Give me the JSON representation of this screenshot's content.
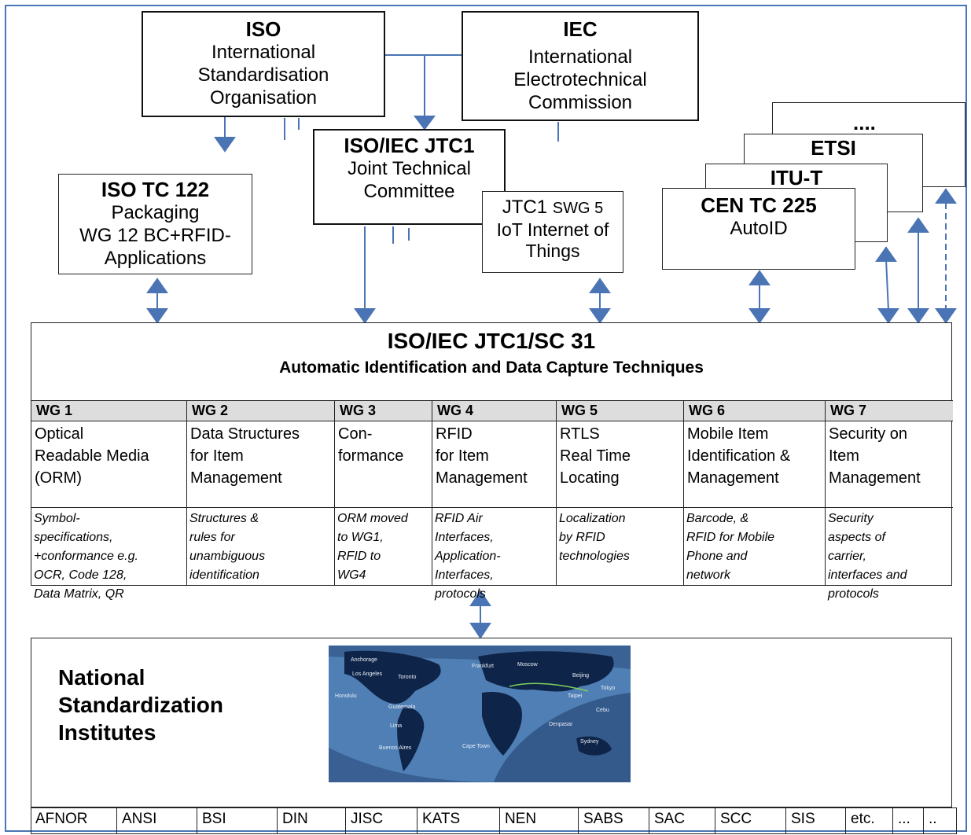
{
  "iso": {
    "title": "ISO",
    "lines": [
      "International",
      "Standardisation",
      "Organisation"
    ]
  },
  "iec": {
    "title": "IEC",
    "lines": [
      "International",
      "Electrotechnical",
      "Commission"
    ]
  },
  "jtc1": {
    "title": "ISO/IEC JTC1",
    "lines": [
      "Joint Technical",
      "Committee"
    ]
  },
  "tc122": {
    "title": "ISO TC 122",
    "lines": [
      "Packaging",
      "WG 12 BC+RFID-",
      "Applications"
    ]
  },
  "swg5": {
    "title_a": "JTC1",
    "title_b": "SWG 5",
    "lines": [
      "IoT Internet of",
      "Things"
    ]
  },
  "stack": {
    "dots": "....",
    "etsi": "ETSI",
    "itu": "ITU-T",
    "cen_title": "CEN TC 225",
    "cen_sub": "AutoID"
  },
  "sc31": {
    "title": "ISO/IEC JTC1/SC 31",
    "subtitle": "Automatic Identification and Data Capture Techniques"
  },
  "wgs": [
    {
      "id": "WG 1",
      "name": [
        "Optical",
        "Readable Media",
        "(ORM)"
      ],
      "desc": [
        "Symbol-",
        "specifications,",
        "+conformance e.g.",
        "OCR, Code 128,",
        "Data Matrix, QR"
      ]
    },
    {
      "id": "WG 2",
      "name": [
        "Data Structures",
        "for Item",
        "Management"
      ],
      "desc": [
        "Structures &",
        "rules for",
        "unambiguous",
        "identification"
      ]
    },
    {
      "id": "WG 3",
      "name": [
        "Con-",
        "formance"
      ],
      "desc": [
        "ORM moved",
        "to WG1,",
        "RFID to",
        "WG4"
      ]
    },
    {
      "id": "WG 4",
      "name": [
        "RFID",
        "for Item",
        "Management"
      ],
      "desc": [
        "RFID Air",
        "Interfaces,",
        "Application-",
        "Interfaces,",
        "protocols"
      ]
    },
    {
      "id": "WG 5",
      "name": [
        "RTLS",
        "Real Time",
        "Locating"
      ],
      "desc": [
        "Localization",
        "by RFID",
        "technologies"
      ]
    },
    {
      "id": "WG 6",
      "name": [
        "Mobile Item",
        "Identification &",
        "Management"
      ],
      "desc": [
        "Barcode, &",
        "RFID for Mobile",
        "Phone and",
        "network"
      ]
    },
    {
      "id": "WG 7",
      "name": [
        "Security on",
        "Item",
        "Management"
      ],
      "desc": [
        "Security",
        "aspects of",
        "carrier,",
        "interfaces and",
        "protocols"
      ]
    }
  ],
  "national": {
    "lines": [
      "National",
      "Standardization",
      "Institutes"
    ]
  },
  "map_labels": [
    "Anchorage",
    "Los Angeles",
    "Toronto",
    "Frankfurt",
    "Moscow",
    "Beijing",
    "Tokyo",
    "Honolulu",
    "Guatemala",
    "Taipei",
    "Cebu",
    "Lima",
    "Denpasar",
    "Buenos Aires",
    "Cape Town",
    "Sydney"
  ],
  "institutes": [
    "AFNOR",
    "ANSI",
    "BSI",
    "DIN",
    "JISC",
    "KATS",
    "NEN",
    "SABS",
    "SAC",
    "SCC",
    "SIS",
    "etc.",
    "...",
    ".."
  ],
  "colors": {
    "arrow": "#4a74b4",
    "frame": "#4a74b4",
    "header_bg": "#dddddd"
  }
}
